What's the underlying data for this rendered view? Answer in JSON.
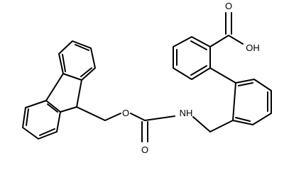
{
  "molecule": {
    "atom_labels": {
      "oh": "OH",
      "carbonyl_o_acid": "O",
      "ester_o": "O",
      "carbonyl_o_carbamate": "O",
      "nh": "NH"
    },
    "colors": {
      "bond": "#000000",
      "text": "#000000",
      "background": "#ffffff"
    }
  }
}
